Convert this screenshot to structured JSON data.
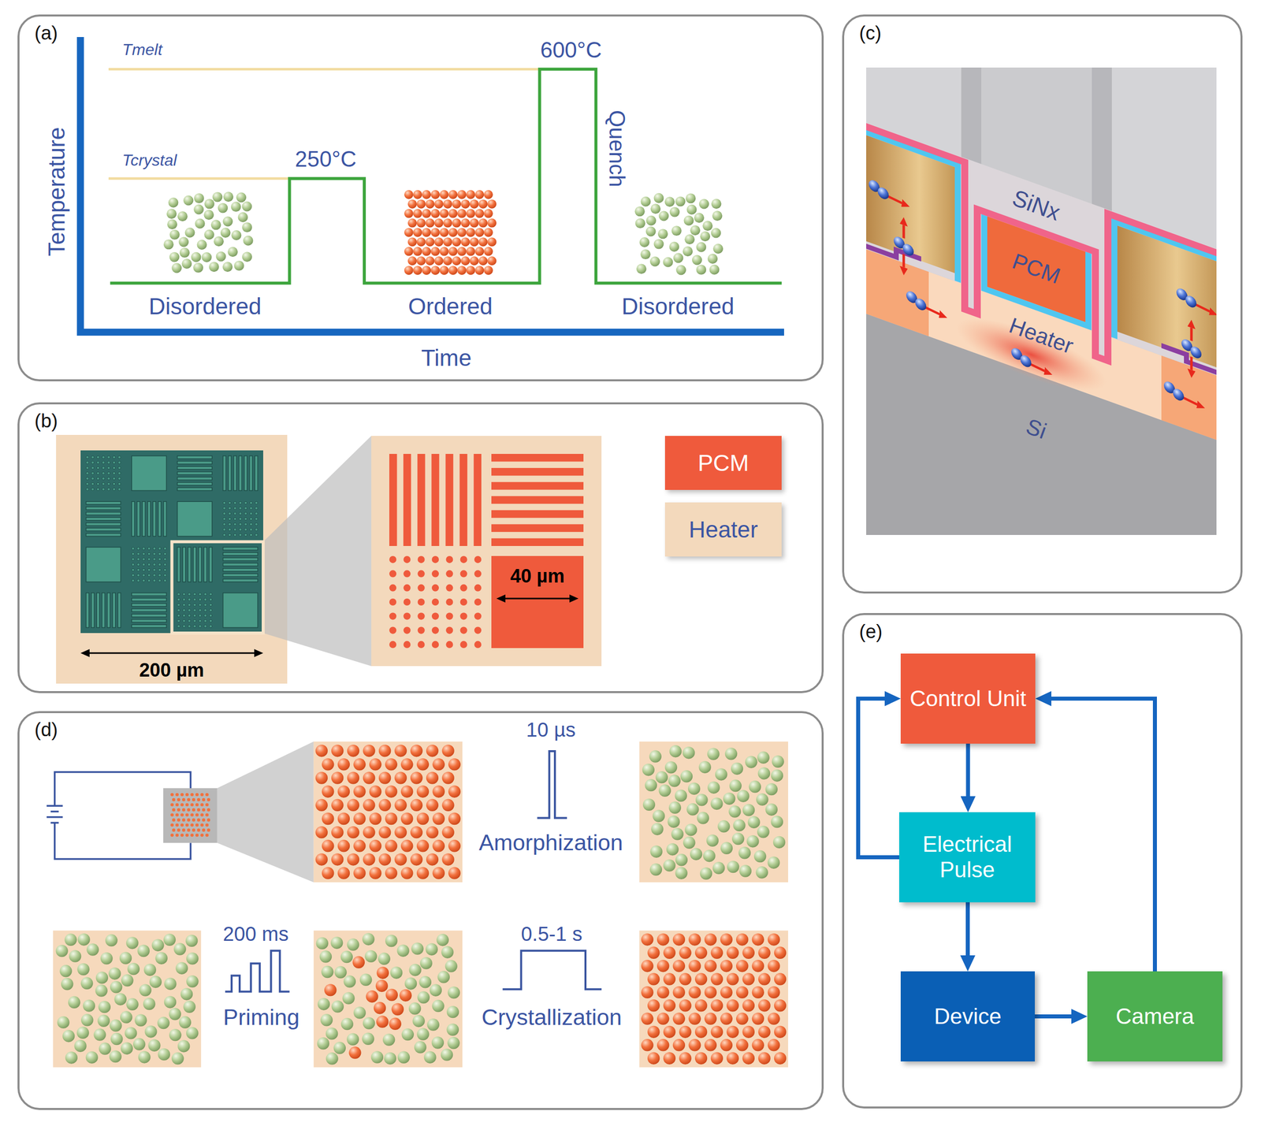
{
  "diagram": {
    "nodes": [
      {
        "text": [
          "(a)"
        ]
      },
      {
        "text": [
          "(b)"
        ]
      },
      {
        "text": [
          "(c)"
        ]
      },
      {
        "text": [
          "(d)"
        ]
      },
      {
        "text": [
          "(e)"
        ]
      },
      {
        "text": [
          "Control Unit"
        ],
        "in": 4
      },
      {
        "text": [
          "Electrical Pulse"
        ],
        "in": 4
      },
      {
        "text": [
          "Device"
        ],
        "in": 4
      },
      {
        "text": [
          "Camera"
        ],
        "in": 4
      }
    ],
    "edges": [
      {
        "from": 5,
        "to": 6,
        "arrow": "to"
      },
      {
        "from": 6,
        "to": 7,
        "arrow": "to"
      },
      {
        "from": 7,
        "to": 8,
        "arrow": "to"
      },
      {
        "from": 8,
        "to": 5,
        "arrow": "to"
      },
      {
        "from": 6,
        "to": 5,
        "arrow": "to"
      }
    ],
    "labels": [
      "Tmelt",
      "600°C",
      "Tcrystal",
      "250°C",
      "Quench",
      "Temperature",
      "Disordered",
      "Ordered",
      "Disordered",
      "Time",
      "200 µm",
      "40 µm",
      "SiNx",
      "PCM",
      "Heater",
      "Si",
      "10 µs",
      "Amorphization",
      "200 ms",
      "Priming",
      "0.5-1 s",
      "Crystallization"
    ],
    "legend": [
      {
        "text": "PCM",
        "color": "#ef5a3c"
      },
      {
        "text": "Heater",
        "color": "#f3d9bc"
      }
    ]
  }
}
